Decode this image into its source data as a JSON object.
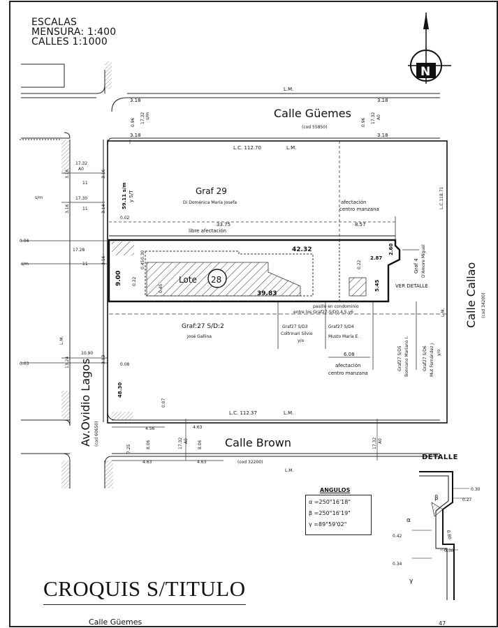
{
  "scales": {
    "title": "ESCALAS",
    "survey": "MENSURA: 1:400",
    "streets": "CALLES 1:1000"
  },
  "north_symbol": "N",
  "streets": {
    "guemes": {
      "name": "Calle Güemes",
      "code": "(cod 55850)"
    },
    "brown": {
      "name": "Calle Brown",
      "code": "(cod 32200)"
    },
    "callao": {
      "name": "Calle Callao",
      "code": "(cod 34200)"
    },
    "ovidio_lagos": {
      "name": "Av.Ovidio Lagos",
      "code": "(cod 60650)"
    }
  },
  "labels": {
    "lm": "L.M.",
    "lc_top": "L.C. 112.70",
    "lc_bottom": "L.C. 112.37",
    "lc_right": "L.C.118.71",
    "ao": "A0",
    "sm": "s/m",
    "graf29": "Graf 29",
    "graf29_owner": "Di Doménica María Josefa",
    "afectacion_top_1": "afectación",
    "afectacion_top_2": "centro manzana",
    "libre": "libre afectación",
    "lote": "Lote",
    "lote_num": "28",
    "graf4": "Graf 4",
    "graf4_owner": "D'Amore Miguel",
    "ver_detalle": "VER DETALLE",
    "pasillo_1": "pasillo en condominio",
    "pasillo_2": "entre los Graf27-S/D0,4,5,y6",
    "graf27_sd2": "Graf:27 S/D:2",
    "graf27_sd2_owner": "José Gallina",
    "graf27_sd3": "Graf27 S/D3",
    "graf27_sd3_owner": "Coltrinari Silvio",
    "graf27_sd3_extra": "y/o",
    "graf27_sd4": "Graf27 S/D4",
    "graf27_sd4_owner": "Musto María E.",
    "graf27_sd5": "Graf27 S/D5",
    "graf27_sd5_owner": "Bonnano Mariano I.",
    "graf27_sd6": "Graf27 S/D6",
    "graf27_sd6_owner": "Mut Fernández J.",
    "graf27_sd6_extra": "y/o",
    "afectacion_bottom_1": "afectación",
    "afectacion_bottom_2": "centro manzana",
    "ys_t": "y S/T",
    "s_m_right": "s/m"
  },
  "dimensions": {
    "d318": "3.18",
    "d096": "0.96",
    "d1732": "17.32",
    "d11": "11",
    "d316": "3.16",
    "d1730": "17.30",
    "d314": "3.14",
    "d1728": "17.28",
    "d004": "0.04",
    "d5911": "59.11 s/m",
    "d002": "0.02",
    "d3375": "33.75",
    "d857": "8.57",
    "d4232": "42.32",
    "d3983": "39.83",
    "d900": "9.00",
    "d030": "0.30",
    "d045": "0.45",
    "d022": "0.22",
    "d260": "2.60",
    "d287": "2.87",
    "d545": "5.45",
    "d608": "6.08",
    "d1090": "10.90",
    "d313": "3.13",
    "d003": "0.03",
    "d008": "0.08",
    "d4830": "48.30",
    "d007": "0.07",
    "d456": "4.56",
    "d463": "4.63",
    "d725": "7.25",
    "d806": "8.06",
    "d1324": "13.24"
  },
  "angles": {
    "title": "ANGULOS",
    "alpha": "α =250°16'18\"",
    "beta": "β =250°16'19\"",
    "gamma": "γ =89°59'02\""
  },
  "detail": {
    "title": "DETALLE",
    "d030a": "0.30",
    "d027": "0.27",
    "d042": "0.42",
    "d030b": "0.30",
    "d034": "0.34",
    "d080": "0.80",
    "alpha": "α",
    "beta": "β",
    "gamma": "γ"
  },
  "footer": {
    "title": "CROQUIS S/TITULO",
    "street": "Calle Güemes",
    "number": "47"
  }
}
